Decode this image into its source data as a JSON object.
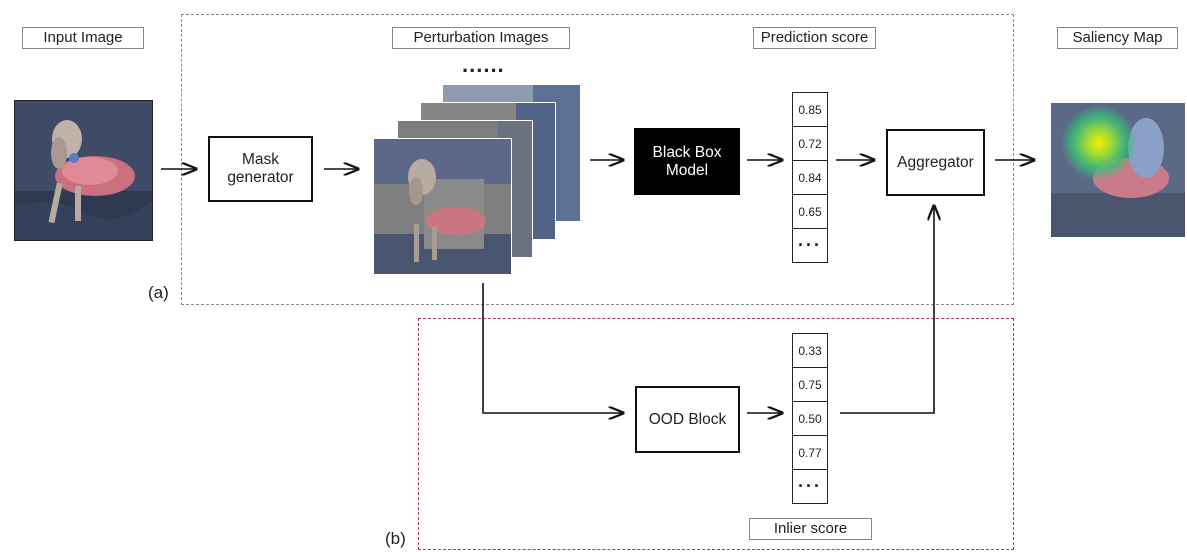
{
  "labels": {
    "input_image": "Input Image",
    "perturbation_images": "Perturbation Images",
    "prediction_score": "Prediction score",
    "saliency_map": "Saliency Map",
    "inlier_score": "Inlier score",
    "ellipsis": "......"
  },
  "blocks": {
    "mask_generator": "Mask generator",
    "black_box": "Black Box Model",
    "aggregator": "Aggregator",
    "ood_block": "OOD Block"
  },
  "section_tags": {
    "a": "(a)",
    "b": "(b)"
  },
  "prediction_scores": [
    "0.85",
    "0.72",
    "0.84",
    "0.65",
    "···"
  ],
  "inlier_scores": [
    "0.33",
    "0.75",
    "0.50",
    "0.77",
    "···"
  ],
  "colors": {
    "dashed_a": "#8a8a8a",
    "dashed_b": "#b0344a",
    "black_box_fill": "#000000"
  },
  "icons": {
    "input": "dog-photo",
    "perturbations": "masked-dog-photo-stack",
    "saliency": "heatmap-dog-photo"
  }
}
